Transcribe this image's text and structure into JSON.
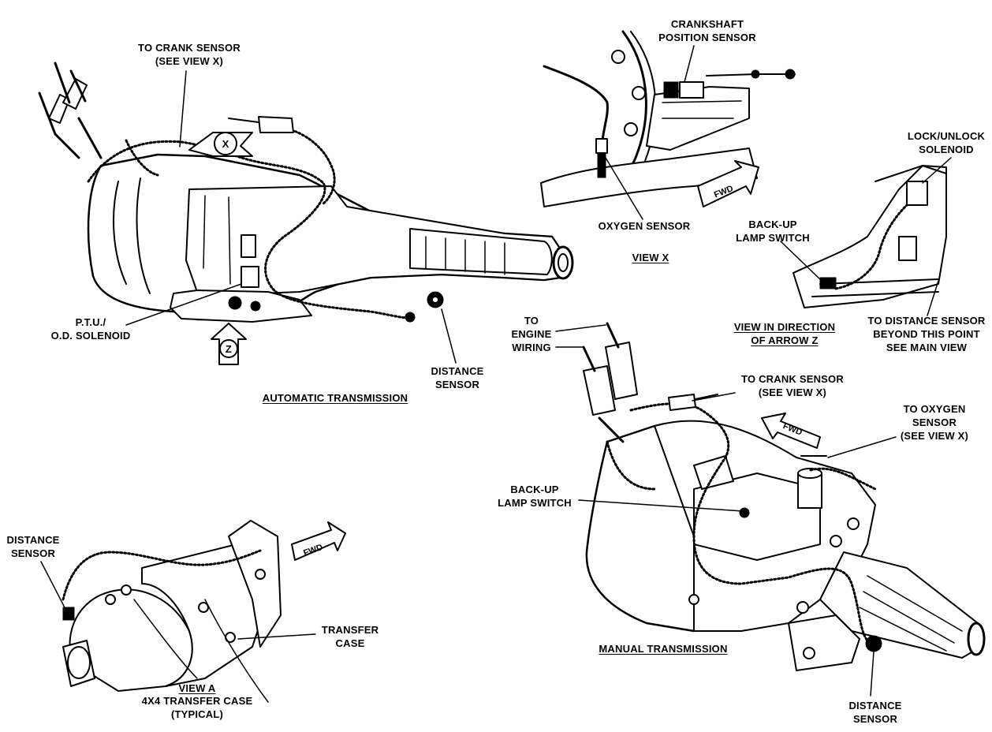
{
  "colors": {
    "ink": "#000000",
    "paper": "#ffffff"
  },
  "automatic": {
    "title": "AUTOMATIC TRANSMISSION",
    "to_crank_sensor": [
      "TO CRANK SENSOR",
      "(SEE VIEW X)"
    ],
    "ptu_solenoid": [
      "P.T.U./",
      "O.D. SOLENOID"
    ],
    "distance_sensor": [
      "DISTANCE",
      "SENSOR"
    ],
    "view_x_marker": "X",
    "arrow_z_marker": "Z"
  },
  "view_x": {
    "title": "VIEW X",
    "crankshaft_sensor": [
      "CRANKSHAFT",
      "POSITION SENSOR"
    ],
    "oxygen_sensor": "OXYGEN SENSOR",
    "fwd": "FWD"
  },
  "view_z": {
    "title": [
      "VIEW IN DIRECTION",
      "OF ARROW Z"
    ],
    "lock_unlock": [
      "LOCK/UNLOCK",
      "SOLENOID"
    ],
    "backup_switch": [
      "BACK-UP",
      "LAMP SWITCH"
    ],
    "to_distance_sensor": [
      "TO DISTANCE SENSOR",
      "BEYOND THIS POINT",
      "SEE MAIN VIEW"
    ]
  },
  "manual": {
    "title": "MANUAL TRANSMISSION",
    "to_engine_wiring": [
      "TO",
      "ENGINE",
      "WIRING"
    ],
    "to_crank_sensor": [
      "TO CRANK SENSOR",
      "(SEE VIEW X)"
    ],
    "to_oxygen_sensor": [
      "TO OXYGEN",
      "SENSOR",
      "(SEE VIEW X)"
    ],
    "backup_switch": [
      "BACK-UP",
      "LAMP SWITCH"
    ],
    "distance_sensor": [
      "DISTANCE",
      "SENSOR"
    ],
    "fwd": "FWD"
  },
  "view_a": {
    "title": "VIEW A",
    "subtitle": [
      "4X4 TRANSFER CASE",
      "(TYPICAL)"
    ],
    "distance_sensor": [
      "DISTANCE",
      "SENSOR"
    ],
    "transfer_case": [
      "TRANSFER",
      "CASE"
    ],
    "fwd": "FWD"
  }
}
